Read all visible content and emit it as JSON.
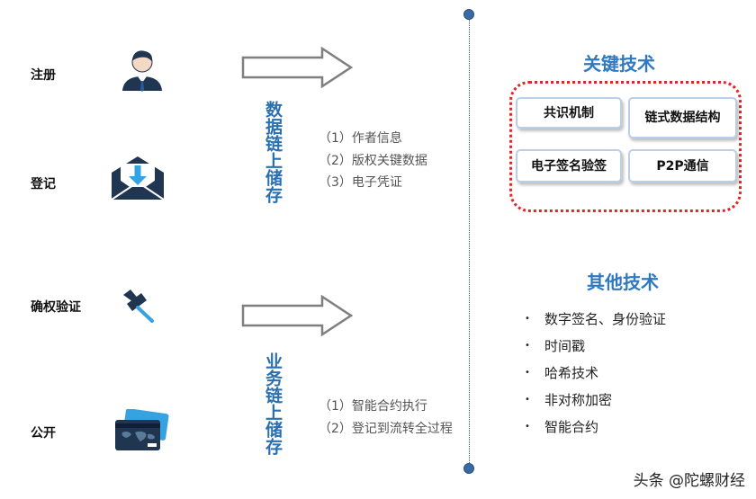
{
  "steps": [
    {
      "label": "注册",
      "icon": "user-icon"
    },
    {
      "label": "登记",
      "icon": "envelope-download-icon"
    },
    {
      "label": "确权验证",
      "icon": "pushpin-icon"
    },
    {
      "label": "公开",
      "icon": "credit-card-icon"
    }
  ],
  "storage": [
    {
      "title": "数据链上储存",
      "items": [
        "（1）作者信息",
        "（2）版权关键数据",
        "（3）电子凭证"
      ]
    },
    {
      "title": "业务链上储存",
      "items": [
        "（1）智能合约执行",
        "（2）登记到流转全过程"
      ]
    }
  ],
  "key_tech": {
    "title": "关键技术",
    "boxes": [
      "共识机制",
      "链式数据结构",
      "电子签名验签",
      "P2P通信"
    ]
  },
  "other_tech": {
    "title": "其他技术",
    "items": [
      "数字签名、身份验证",
      "时间戳",
      "哈希技术",
      "非对称加密",
      "智能合约"
    ],
    "bullet": "•"
  },
  "watermark": "头条 @陀螺财经",
  "colors": {
    "accent_blue": "#2f78c2",
    "frame_red": "#e0262a",
    "timeline": "#2a5e9a"
  }
}
